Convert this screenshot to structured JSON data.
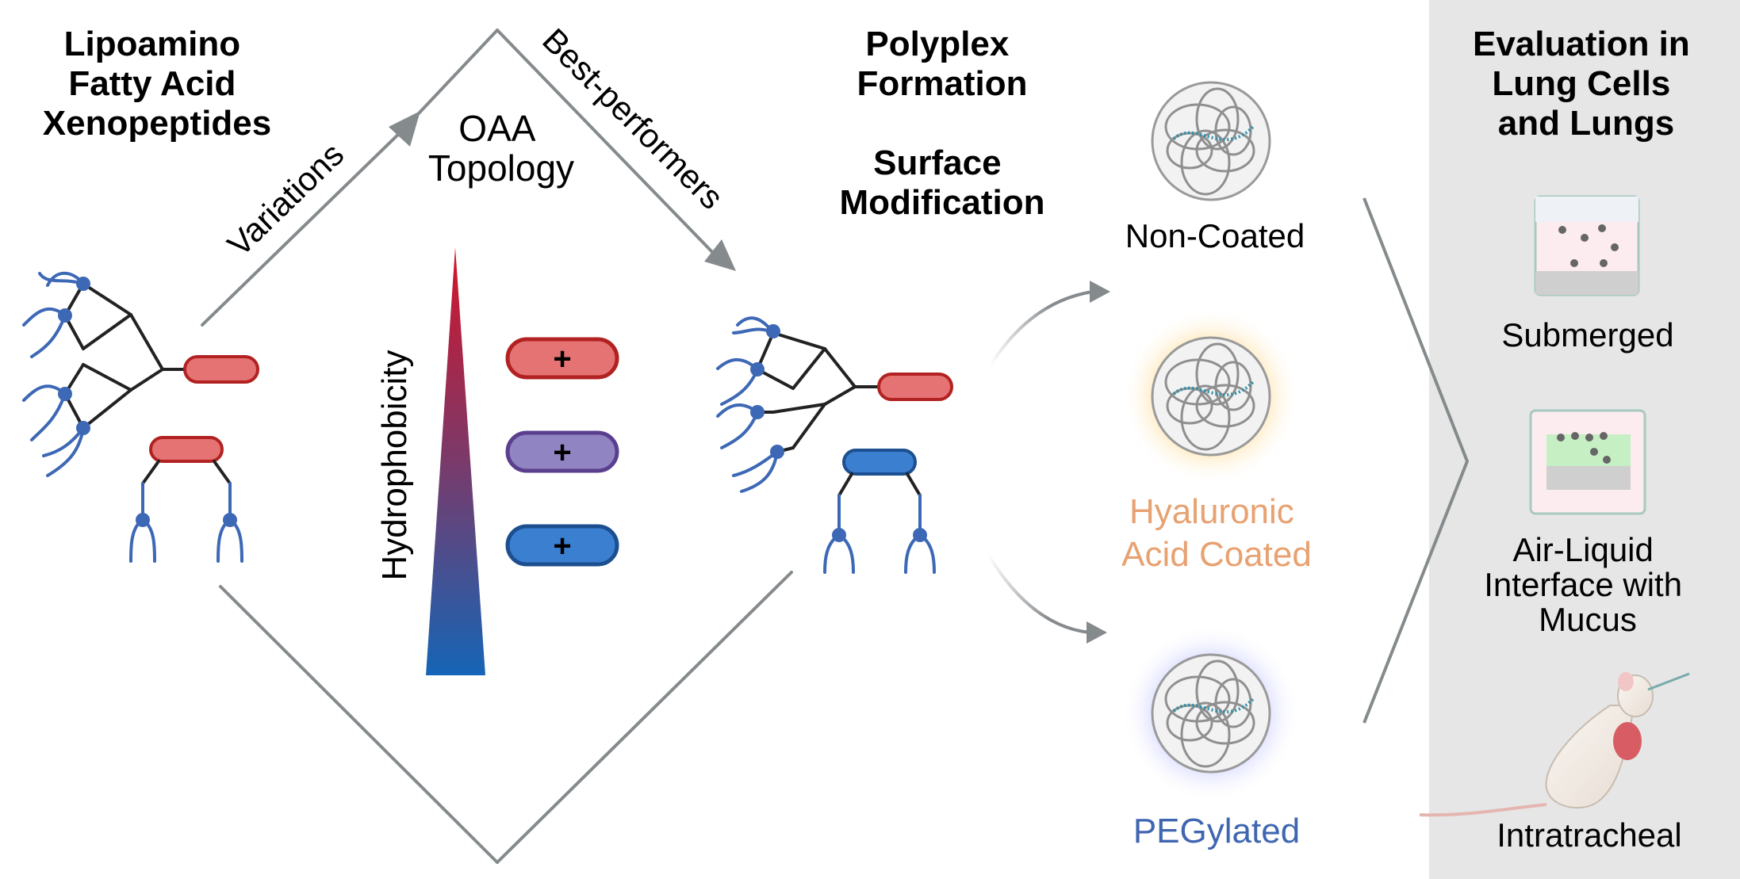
{
  "headings": {
    "left": [
      "Lipoamino",
      "Fatty Acid",
      "Xenopeptides"
    ],
    "center_top": [
      "Polyplex",
      "Formation"
    ],
    "center_mid": [
      "Surface",
      "Modification"
    ],
    "right": [
      "Evaluation in",
      "Lung Cells",
      "and Lungs"
    ]
  },
  "arrows": {
    "variations": "Variations",
    "best_performers": "Best-performers"
  },
  "topology": [
    "OAA",
    "Topology"
  ],
  "hydrophobicity": "Hydrophobicity",
  "charge_symbol": "+",
  "coatings": {
    "non_coated": "Non-Coated",
    "hyaluronic": [
      "Hyaluronic",
      "Acid Coated"
    ],
    "pegylated": "PEGylated"
  },
  "evaluations": {
    "submerged": "Submerged",
    "ali": [
      "Air-Liquid",
      "Interface with",
      "Mucus"
    ],
    "intratracheal": "Intratracheal"
  },
  "colors": {
    "red": "#e57373",
    "red_stroke": "#b22222",
    "purple": "#9184c2",
    "purple_stroke": "#5b3f8f",
    "blue": "#3a7fd0",
    "blue_stroke": "#1c4f8f",
    "branch": "#3d68b5",
    "arrow": "#858a8d",
    "panel": "#e6e6e6",
    "hyaluronic_text": "#e8a171",
    "pegylated_text": "#3f66b0"
  }
}
